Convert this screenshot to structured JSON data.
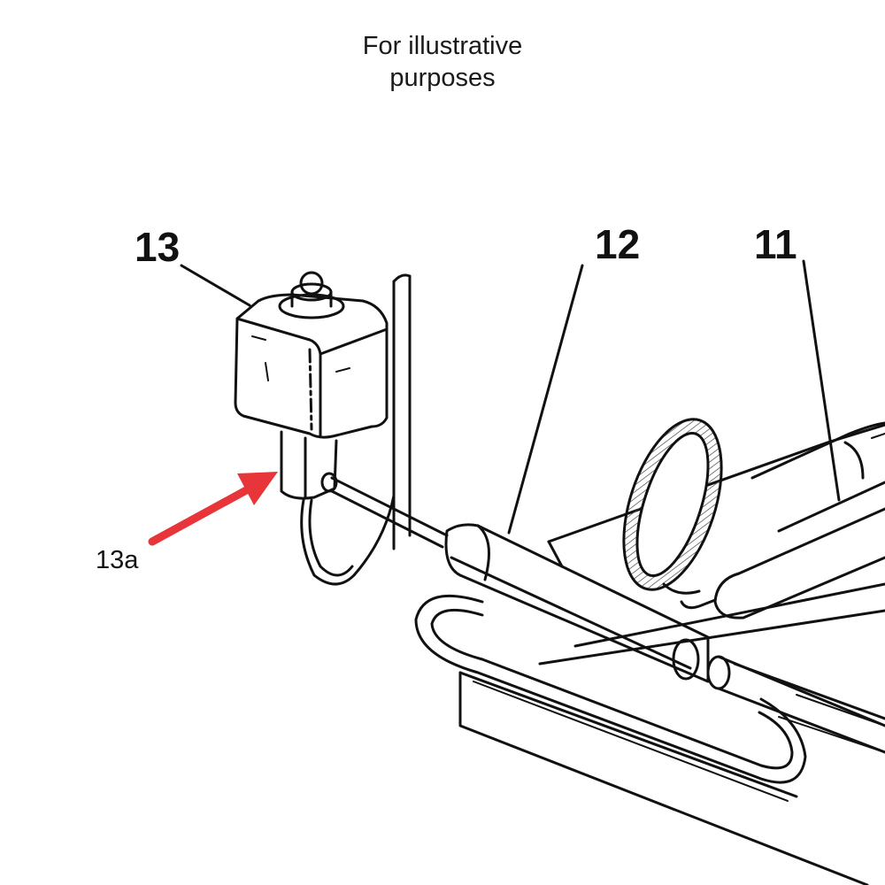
{
  "caption": {
    "line1": "For illustrative",
    "line2": "purposes"
  },
  "part_labels": {
    "p13": "13",
    "p12": "12",
    "p11": "11",
    "p13a": "13a"
  },
  "colors": {
    "ink": "#111111",
    "arrow": "#e8353a"
  },
  "icons": {
    "arrow": "red-arrow-icon"
  }
}
